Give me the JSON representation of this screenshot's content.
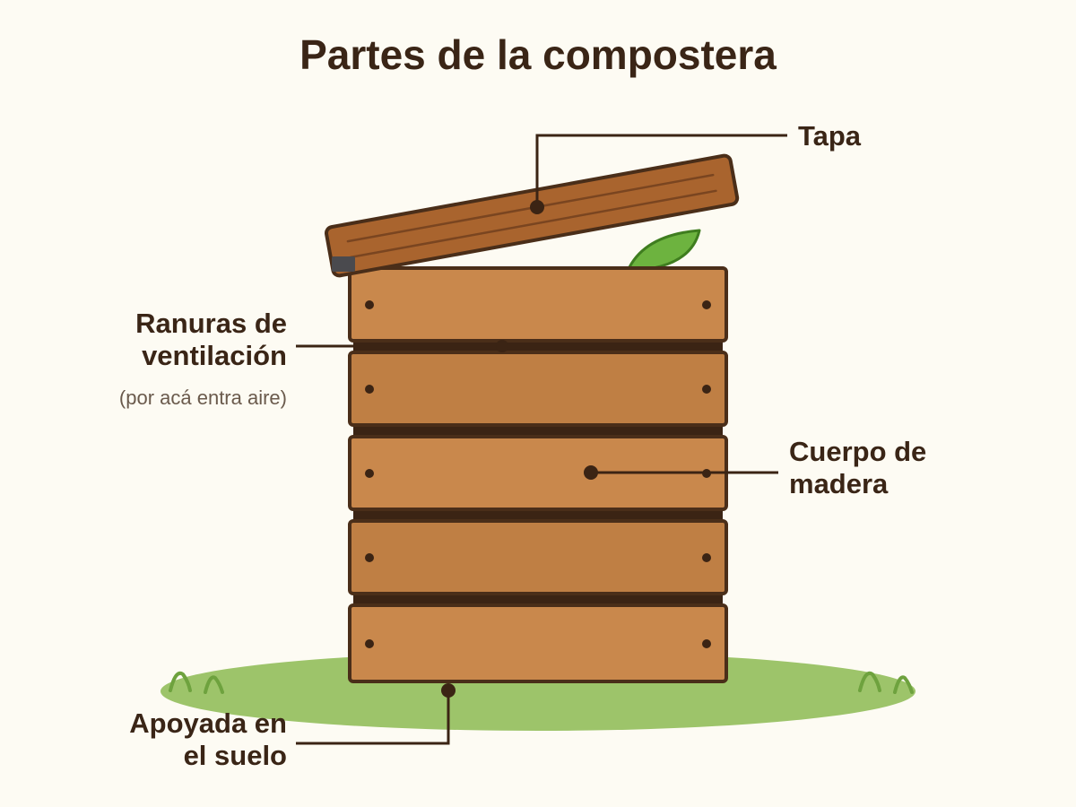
{
  "title": "Partes de la compostera",
  "labels": {
    "tapa": "Tapa",
    "ranuras": {
      "line1": "Ranuras de",
      "line2": "ventilación",
      "note": "(por acá entra aire)"
    },
    "cuerpo": {
      "line1": "Cuerpo de",
      "line2": "madera"
    },
    "suelo": {
      "line1": "Apoyada en",
      "line2": "el suelo"
    }
  },
  "colors": {
    "background": "#fdfbf3",
    "outline": "#4a2e19",
    "text": "#3a2516",
    "note_text": "#6a5a4c",
    "plank_light": "#c9884c",
    "plank_dark": "#bf7f44",
    "lid": "#a9642e",
    "lid_grain": "#7a4520",
    "hinge": "#4a4a4e",
    "gap": "#3b2414",
    "ground": "#9dc46a",
    "grass": "#6ea23e",
    "leaf": "#6db33f",
    "leaf_stroke": "#3f7d1f"
  },
  "icons": [
    "leaf-icon",
    "grass-tuft-icon",
    "hinge-icon"
  ]
}
